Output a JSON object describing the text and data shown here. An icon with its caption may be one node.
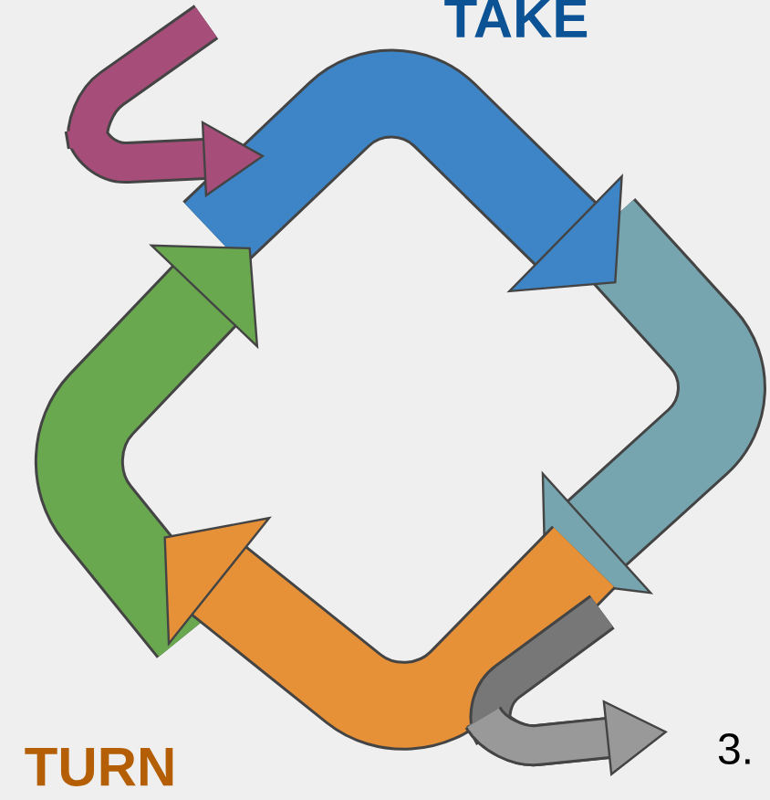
{
  "diagram": {
    "labels": [
      "TAKE",
      "TURN",
      "3."
    ]
  }
}
